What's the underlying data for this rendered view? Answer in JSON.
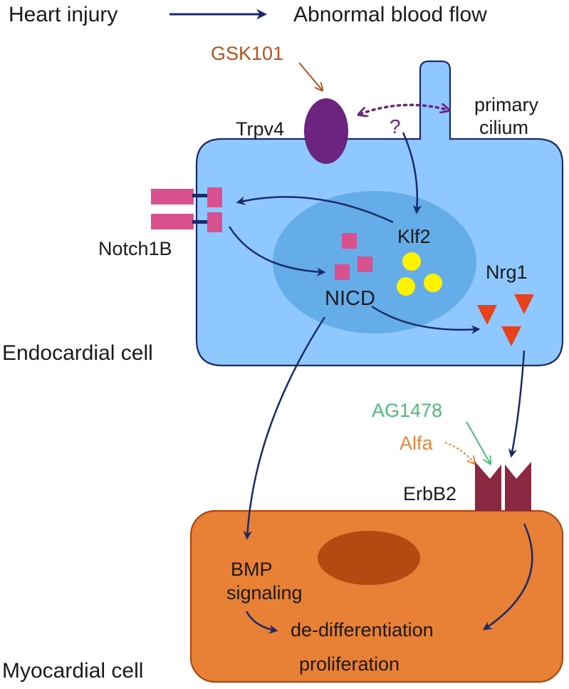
{
  "header": {
    "left": "Heart injury",
    "right": "Abnormal blood flow"
  },
  "labels": {
    "gsk101": "GSK101",
    "trpv4": "Trpv4",
    "question": "?",
    "cilium_line1": "primary",
    "cilium_line2": "cilium",
    "notch": "Notch1B",
    "klf2": "Klf2",
    "nicd": "NICD",
    "nrg1": "Nrg1",
    "endocardial": "Endocardial cell",
    "ag1478": "AG1478",
    "alfa": "Alfa",
    "erbb2": "ErbB2",
    "bmp_line1": "BMP",
    "bmp_line2": "signaling",
    "dediff": "de-differentiation",
    "prolif": "proliferation",
    "myocardial": "Myocardial cell"
  },
  "colors": {
    "arrow": "#1b2a6b",
    "endo_cell": "#8ec8ff",
    "nucleus": "#64ade9",
    "myo_cell": "#e88035",
    "myo_nucleus": "#b24a12",
    "trpv4": "#6b2480",
    "notch": "#d9508f",
    "klf2": "#fff200",
    "nrg1": "#e8411c",
    "erbb2": "#8b2841",
    "gsk101": "#b8501e",
    "ag1478": "#4dbb7a",
    "alfa": "#e8853a"
  }
}
